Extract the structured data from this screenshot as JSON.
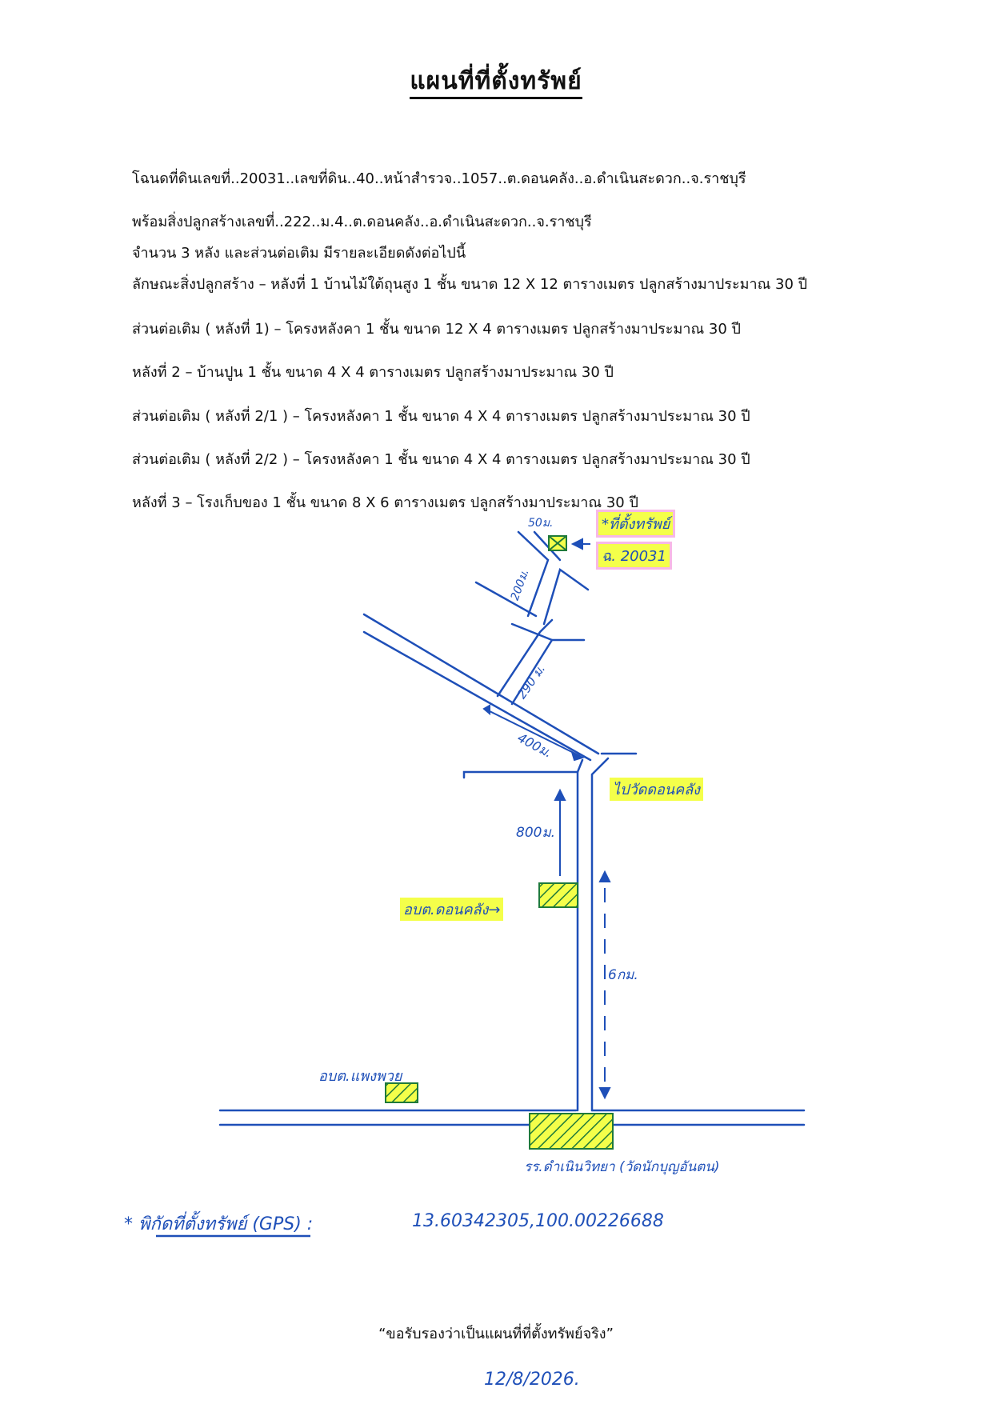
{
  "title": "แผนที่ที่ตั้งทรัพย์",
  "details": [
    "โฉนดที่ดินเลขที่..20031..เลขที่ดิน..40..หน้าสำรวจ..1057..ต.ดอนคลัง..อ.ดำเนินสะดวก..จ.ราชบุรี",
    "พร้อมสิ่งปลูกสร้างเลขที่..222..ม.4..ต.ดอนคลัง..อ.ดำเนินสะดวก..จ.ราชบุรี",
    "จำนวน 3 หลัง และส่วนต่อเติม มีรายละเอียดดังต่อไปนี้",
    "ลักษณะสิ่งปลูกสร้าง – หลังที่ 1 บ้านไม้ใต้ถุนสูง 1 ชั้น ขนาด 12 X 12 ตารางเมตร ปลูกสร้างมาประมาณ 30 ปี",
    "ส่วนต่อเติม ( หลังที่ 1) – โครงหลังคา 1 ชั้น ขนาด 12 X 4 ตารางเมตร ปลูกสร้างมาประมาณ 30 ปี",
    "หลังที่ 2 – บ้านปูน 1 ชั้น ขนาด 4 X 4 ตารางเมตร ปลูกสร้างมาประมาณ 30 ปี",
    "ส่วนต่อเติม ( หลังที่ 2/1 ) – โครงหลังคา 1 ชั้น ขนาด 4 X 4 ตารางเมตร ปลูกสร้างมาประมาณ 30 ปี",
    "ส่วนต่อเติม ( หลังที่ 2/2 ) – โครงหลังคา 1 ชั้น ขนาด 4 X 4 ตารางเมตร ปลูกสร้างมาประมาณ 30 ปี",
    "หลังที่ 3 – โรงเก็บของ 1 ชั้น ขนาด 8 X 6 ตารางเมตร ปลูกสร้างมาประมาณ 30 ปี"
  ],
  "map": {
    "property_label_1": "*ที่ตั้งทรัพย์",
    "property_label_2": "ฉ. 20031",
    "dist_50m": "50ม.",
    "dist_200m": "200ม.",
    "dist_290m": "290 ม.",
    "dist_400m": "400ม.",
    "dist_800m": "800ม.",
    "dist_6km": "6กม.",
    "wat_label": "ไปวัดดอนคลัง",
    "sao_donkhlang": "อบต.ดอนคลัง→",
    "sao_phaengphuai": "อบต.แพงพวย",
    "school": "รร.ดำเนินวิทยา (วัดนักบุญอันตน)",
    "highlight_color": "#f4ff4a",
    "ink_color": "#1e4fb8"
  },
  "gps": {
    "label": "* พิกัดที่ตั้งทรัพย์ (GPS) :",
    "value": "13.60342305,100.00226688"
  },
  "certify": "“ขอรับรองว่าเป็นแผนที่ที่ตั้งทรัพย์จริง”",
  "date": "12/8/2026."
}
